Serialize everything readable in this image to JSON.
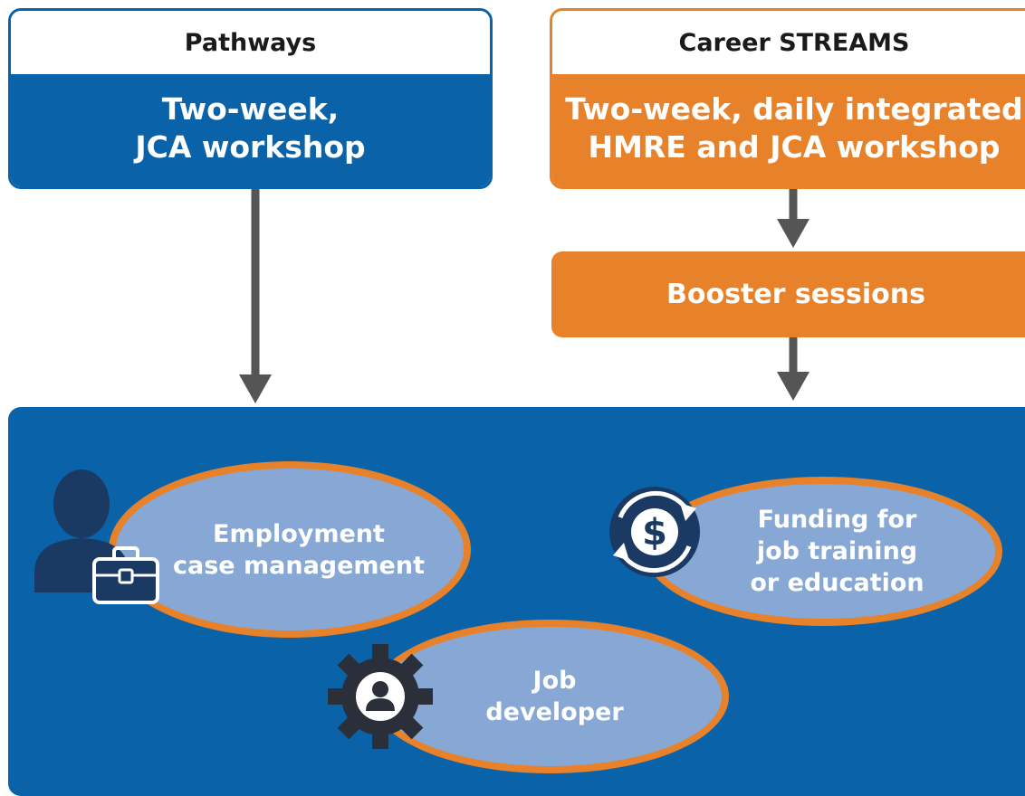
{
  "pathways": {
    "header": "Pathways",
    "body_lines": [
      "Two-week,",
      "JCA workshop"
    ]
  },
  "career_streams": {
    "header": "Career STREAMS",
    "body_lines": [
      "Two-week, daily integrated",
      "HMRE and JCA workshop"
    ],
    "booster": "Booster sessions"
  },
  "services": {
    "case_management": {
      "lines": [
        "Employment",
        "case management"
      ],
      "icon": "person-briefcase-icon"
    },
    "funding": {
      "lines": [
        "Funding for",
        "job training",
        "or education"
      ],
      "icon": "dollar-cycle-icon"
    },
    "job_developer": {
      "lines": [
        "Job",
        "developer"
      ],
      "icon": "gear-person-icon"
    }
  },
  "colors": {
    "blue": "#0a63a8",
    "orange": "#e8822a",
    "light_blue": "#87a8d4",
    "navy": "#1b3a63",
    "arrow": "#555555"
  }
}
